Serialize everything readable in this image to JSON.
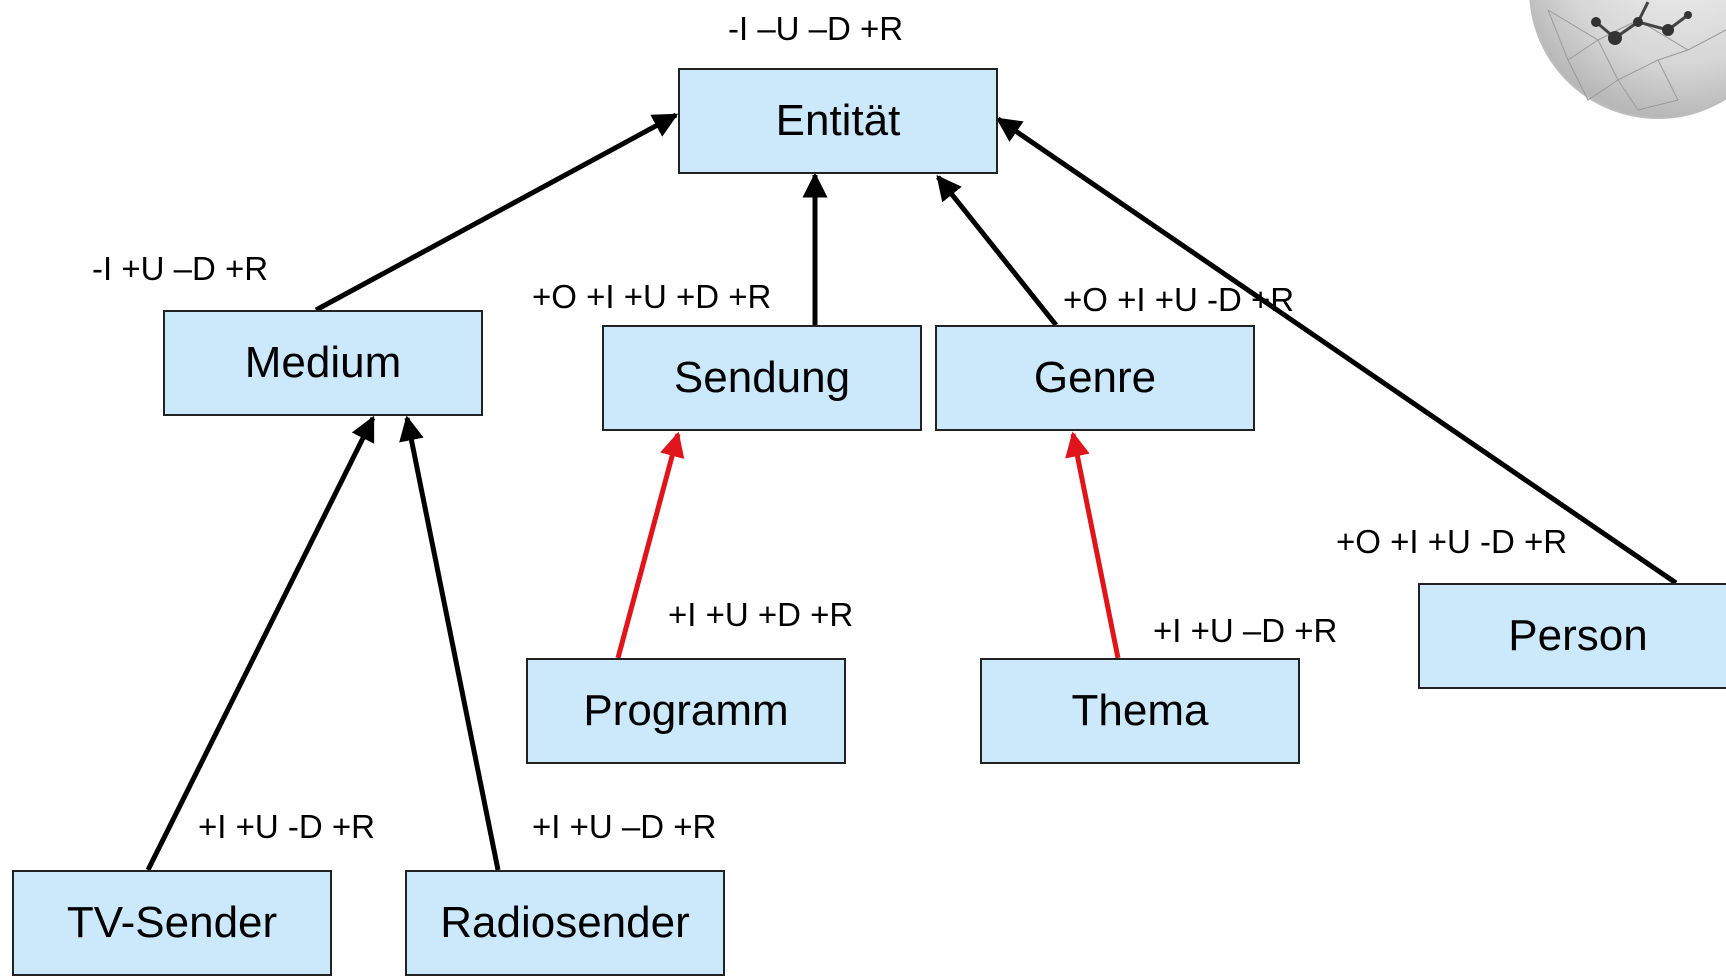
{
  "nodes": {
    "entitaet": {
      "label": "Entität",
      "perm": "-I –U –D +R"
    },
    "medium": {
      "label": "Medium",
      "perm": "-I +U –D +R"
    },
    "sendung": {
      "label": "Sendung",
      "perm": "+O +I +U +D +R"
    },
    "genre": {
      "label": "Genre",
      "perm": "+O +I +U -D +R"
    },
    "person": {
      "label": "Person",
      "perm": "+O +I +U -D +R"
    },
    "programm": {
      "label": "Programm",
      "perm": "+I +U +D +R"
    },
    "thema": {
      "label": "Thema",
      "perm": "+I +U –D +R"
    },
    "tv_sender": {
      "label": "TV-Sender",
      "perm": "+I +U -D +R"
    },
    "radiosender": {
      "label": "Radiosender",
      "perm": "+I +U –D +R"
    }
  },
  "edges": [
    {
      "from": "medium",
      "to": "entitaet",
      "color": "#000000"
    },
    {
      "from": "sendung",
      "to": "entitaet",
      "color": "#000000"
    },
    {
      "from": "genre",
      "to": "entitaet",
      "color": "#000000"
    },
    {
      "from": "person",
      "to": "entitaet",
      "color": "#000000"
    },
    {
      "from": "programm",
      "to": "sendung",
      "color": "#e0141b"
    },
    {
      "from": "thema",
      "to": "genre",
      "color": "#e0141b"
    },
    {
      "from": "tv_sender",
      "to": "medium",
      "color": "#000000"
    },
    {
      "from": "radiosender",
      "to": "medium",
      "color": "#000000"
    }
  ],
  "colors": {
    "box_fill": "#cce9fb",
    "box_border": "#222222",
    "inherit_edge": "#000000",
    "special_edge": "#e0141b"
  },
  "logo": {
    "icon": "molecule-sphere-icon"
  }
}
